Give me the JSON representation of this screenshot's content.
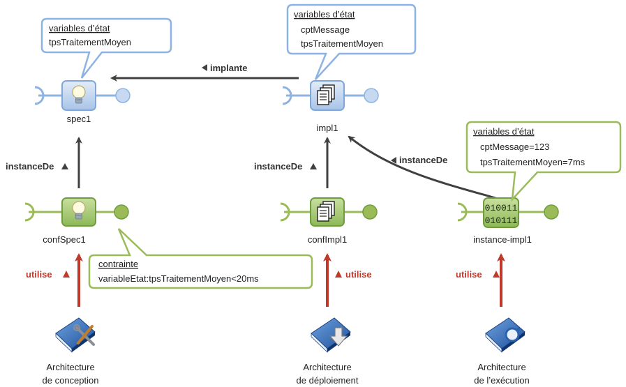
{
  "callouts": {
    "spec1_state": {
      "title": "variables d’état",
      "lines": [
        "tpsTraitementMoyen"
      ]
    },
    "impl1_state": {
      "title": "variables d’état",
      "lines": [
        "cptMessage",
        "tpsTraitementMoyen"
      ]
    },
    "instance_state": {
      "title": "variables d’état",
      "lines": [
        "cptMessage=123",
        "tpsTraitementMoyen=7ms"
      ]
    },
    "constraint": {
      "title": "contrainte",
      "lines": [
        "variableEtat:tpsTraitementMoyen<20ms"
      ]
    }
  },
  "components": {
    "spec1": "spec1",
    "impl1": "impl1",
    "confSpec1": "confSpec1",
    "confImpl1": "confImpl1",
    "instance_impl1": "instance-impl1",
    "binary_line1": "010011",
    "binary_line2": "010111"
  },
  "relations": {
    "implante": "implante",
    "instanceDe": "instanceDe",
    "utilise": "utilise"
  },
  "architectures": {
    "conception": [
      "Architecture",
      "de conception"
    ],
    "deploiement": [
      "Architecture",
      "de déploiement"
    ],
    "execution": [
      "Architecture",
      "de l’exécution"
    ]
  },
  "colors": {
    "spec_fill": "#c6d9f1",
    "spec_stroke": "#7fa7d9",
    "impl_fill": "#a9c97a",
    "impl_stroke": "#6f9e3e",
    "arrow_gray": "#404040",
    "arrow_red": "#c0392b",
    "callout_blue": "#8db3e2",
    "callout_green": "#9bbb59"
  }
}
